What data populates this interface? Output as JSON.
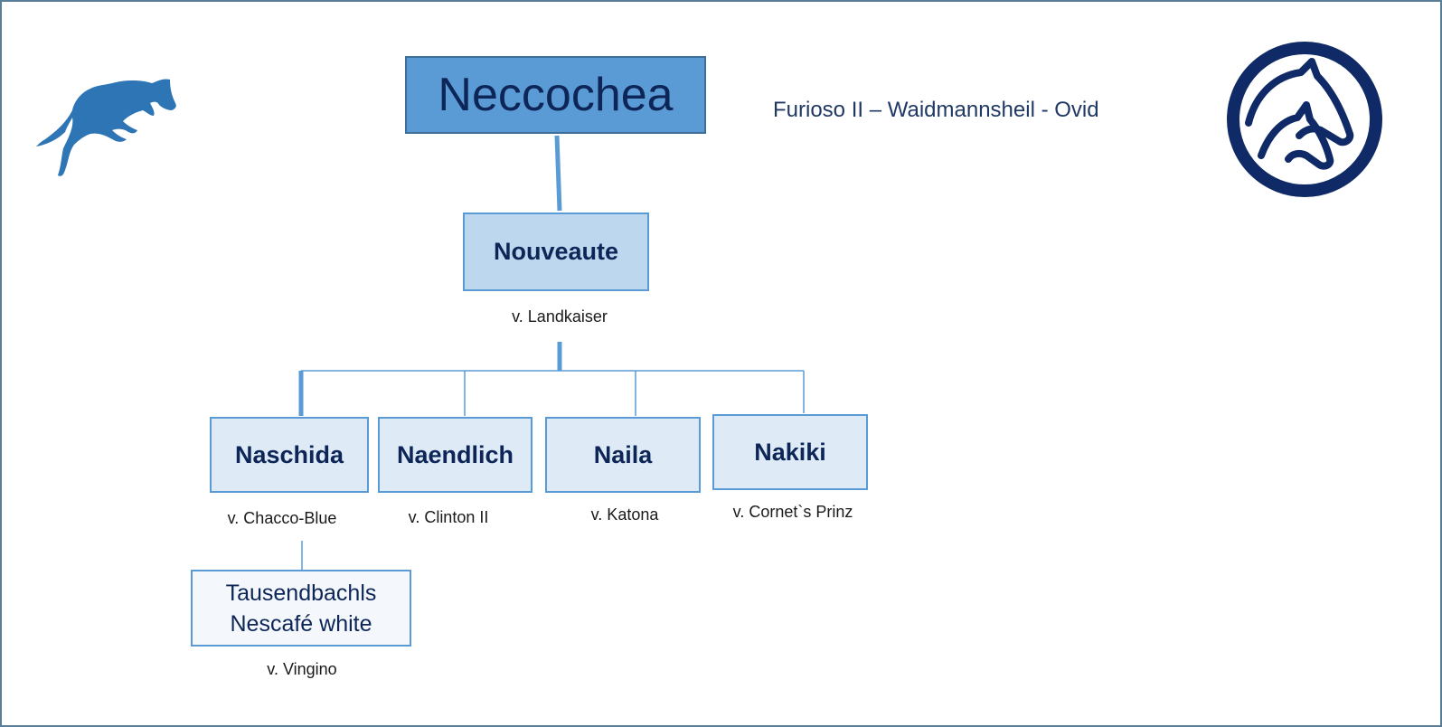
{
  "diagram": {
    "root": {
      "name": "Neccochea",
      "pedigree": "Furioso II – Waidmannsheil - Ovid"
    },
    "level1": {
      "name": "Nouveaute",
      "sire": "v. Landkaiser"
    },
    "children": [
      {
        "name": "Naschida",
        "sire": "v. Chacco-Blue"
      },
      {
        "name": "Naendlich",
        "sire": "v. Clinton II"
      },
      {
        "name": "Naila",
        "sire": "v. Katona"
      },
      {
        "name": "Nakiki",
        "sire": "v. Cornet`s Prinz"
      }
    ],
    "grandchild": {
      "line1": "Tausendbachls",
      "line2": "Nescafé white",
      "sire": "v. Vingino"
    }
  },
  "logos": {
    "left": "jumping-horse-icon",
    "right": "horse-head-circle-icon"
  },
  "colors": {
    "root_fill": "#5b9bd5",
    "level1_fill": "#bdd7ee",
    "child_fill": "#deebf7",
    "text_navy": "#0d2657",
    "connector": "#5b9bd5",
    "logo_blue": "#2e75b6",
    "logo_navy": "#0f2a66"
  }
}
